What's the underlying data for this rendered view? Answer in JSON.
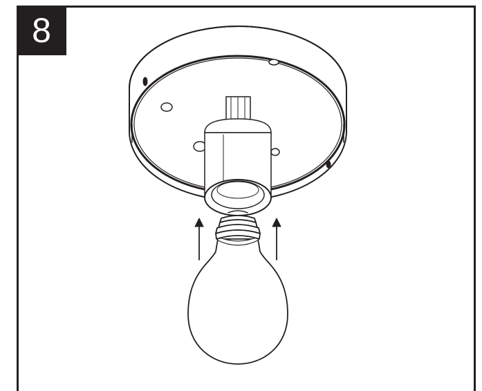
{
  "step": {
    "number": "8"
  },
  "colors": {
    "ink": "#231f20",
    "paper": "#ffffff"
  },
  "illustration": {
    "parts": [
      "ceiling-canopy",
      "lamp-socket",
      "light-bulb",
      "upward-arrow-left",
      "upward-arrow-right"
    ]
  }
}
